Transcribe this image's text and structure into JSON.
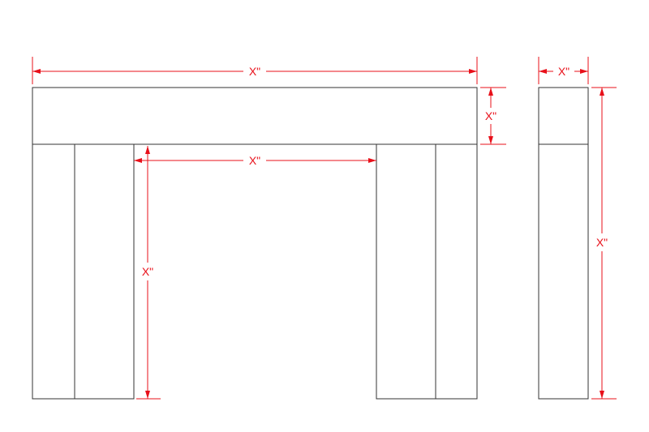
{
  "colors": {
    "outline": "#333333",
    "dimension": "#e8101a",
    "background": "#ffffff"
  },
  "dimensions": {
    "overall_width": "X\"",
    "header_height": "X\"",
    "opening_width": "X\"",
    "opening_height": "X\"",
    "side_depth": "X\"",
    "side_height": "X\""
  }
}
